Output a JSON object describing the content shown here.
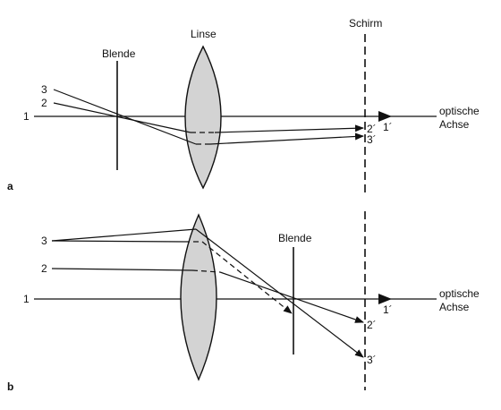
{
  "panel_a": {
    "panel_label": "a",
    "aperture_label": "Blende",
    "lens_label": "Linse",
    "screen_label": "Schirm",
    "ray_labels": [
      "1",
      "2",
      "3"
    ],
    "image_labels": [
      "1´",
      "2´",
      "3´"
    ],
    "axis_label_line1": "optische",
    "axis_label_line2": "Achse"
  },
  "panel_b": {
    "panel_label": "b",
    "aperture_label": "Blende",
    "ray_labels": [
      "1",
      "2",
      "3"
    ],
    "image_labels": [
      "1´",
      "2´",
      "3´"
    ],
    "axis_label_line1": "optische",
    "axis_label_line2": "Achse"
  }
}
